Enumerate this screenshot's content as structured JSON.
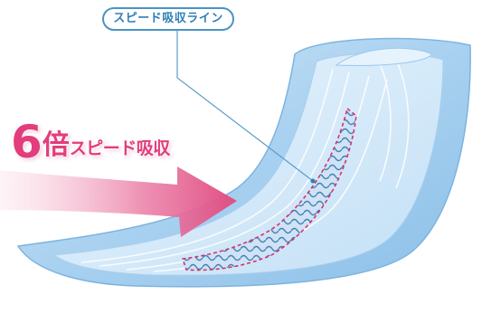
{
  "callout": {
    "label": "スピード吸収ライン"
  },
  "headline": {
    "number": "6",
    "multiplier": "倍",
    "text": "スピード吸収"
  },
  "colors": {
    "accent_pink": "#e23d7c",
    "callout_blue": "#2f7fb6",
    "pad_blue": "#aed4f1",
    "dash_pink": "#d4336e"
  },
  "icons": [
    "absorbent-pad-illustration",
    "arrow-icon"
  ]
}
